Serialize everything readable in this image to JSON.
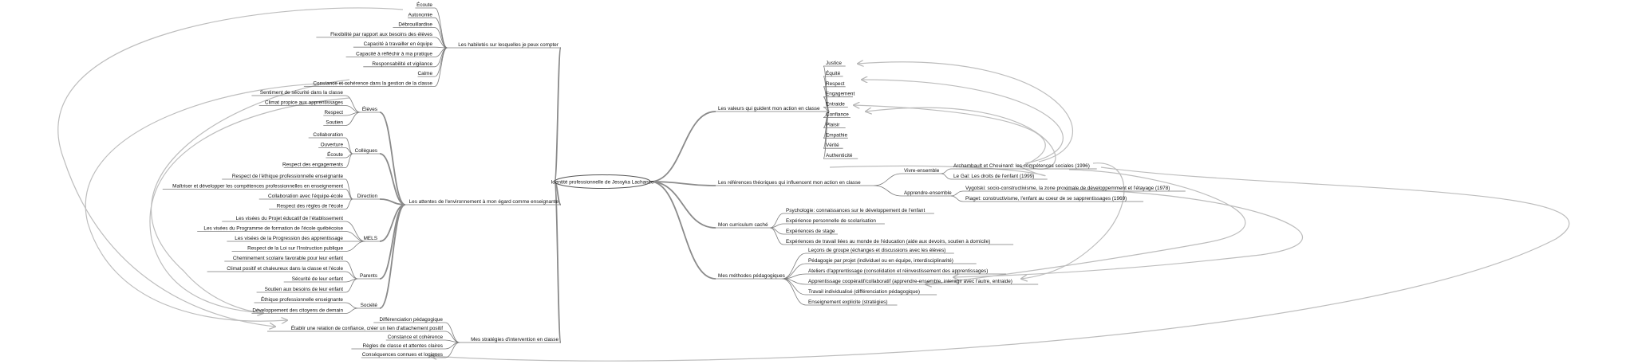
{
  "map": {
    "center": "Identité professionnelle de Jessyka Lachance",
    "habiletes": {
      "label": "Les habiletés sur lesquelles je peux compter",
      "items": [
        "Écoute",
        "Autonomie",
        "Débrouillardise",
        "Flexibilité par rapport aux besoins des élèves",
        "Capacité à travailler en équipe",
        "Capacité à réfléchir à ma pratique",
        "Responsabilité et vigilance",
        "Calme",
        "Constance et cohérence dans la gestion de la classe"
      ]
    },
    "attentes": {
      "label": "Les attentes de l'environnement à mon égard comme enseignante",
      "eleves": {
        "label": "Élèves",
        "items": [
          "Sentiment de sécurité dans la classe",
          "Climat propice aux apprentissages",
          "Respect",
          "Soutien"
        ]
      },
      "collegues": {
        "label": "Collègues",
        "items": [
          "Collaboration",
          "Ouverture",
          "Écoute",
          "Respect des engagements"
        ]
      },
      "direction": {
        "label": "Direction",
        "items": [
          "Respect de l'éthique professionnelle enseignante",
          "Maîtriser et développer les compétences professionnelles en enseignement",
          "Collaboration avec l'équipe-école",
          "Respect des règles de l'école"
        ]
      },
      "mels": {
        "label": "MELS",
        "items": [
          "Les visées du Projet éducatif de l'établissement",
          "Les visées du Programme de formation de l'école québécoise",
          "Les visées de la Progression des apprentissage",
          "Respect de la Loi sur l'Instruction publique"
        ]
      },
      "parents": {
        "label": "Parents",
        "items": [
          "Cheminement scolaire favorable pour leur enfant",
          "Climat positif et chaleureux dans la classe et l'école",
          "Sécurité de leur enfant",
          "Soutien aux besoins de leur enfant"
        ]
      },
      "societe": {
        "label": "Société",
        "items": [
          "Éthique professionnelle enseignante",
          "Développement des citoyens de demain"
        ]
      }
    },
    "strategies": {
      "label": "Mes stratégies d'intervention en classe",
      "items": [
        "Différenciation pédagogique",
        "Établir une relation de confiance, créer un lien d'attachement positif",
        "Constance et cohérence",
        "Règles de classe et attentes claires",
        "Conséquences connues et logiques"
      ]
    },
    "valeurs": {
      "label": "Les valeurs qui guident mon action en classe",
      "items": [
        "Justice",
        "Équité",
        "Respect",
        "Engagement",
        "Entraide",
        "Confiance",
        "Plaisir",
        "Empathie",
        "Vérité",
        "Authenticité"
      ]
    },
    "references": {
      "label": "Les références théoriques qui influencent mon action en classe",
      "vivre": {
        "label": "Vivre-ensemble",
        "items": [
          "Archambault et Chouinard: les compétences sociales (1996)",
          "Le Gal: Les droits de l'enfant (1999)"
        ]
      },
      "apprendre": {
        "label": "Apprendre-ensemble",
        "items": [
          "Vygotski: socio-constructivisme, la zone proximale de développemment et l'étayage (1978)",
          "Piaget: constructivisme, l'enfant au coeur de se sapprentissages (1969)"
        ]
      }
    },
    "curriculum": {
      "label": "Mon curriculum caché",
      "items": [
        "Psychologie: connaissances sur le développement de l'enfant",
        "Expérience personnelle de scolarisation",
        "Expériences de stage",
        "Expériences de travail liées au monde de l'éducation (aide aux devoirs, soutien à domicile)"
      ]
    },
    "methodes": {
      "label": "Mes méthodes pédagogiques",
      "items": [
        "Leçons de groupe (échanges et discussions avec les élèves)",
        "Pédagogie par projet (individuel ou en équipe, interdisciplinarité)",
        "Ateliers d'apprentissage (consolidation et réinvestissement des apprentissages)",
        "Apprentissage coopératif/collaboratif (apprendre-ensemble, interagir avec l'autre, entraide)",
        "Travail individualisé (différenciation pédagogique)",
        "Enseignement explicite (stratégies)"
      ]
    }
  }
}
